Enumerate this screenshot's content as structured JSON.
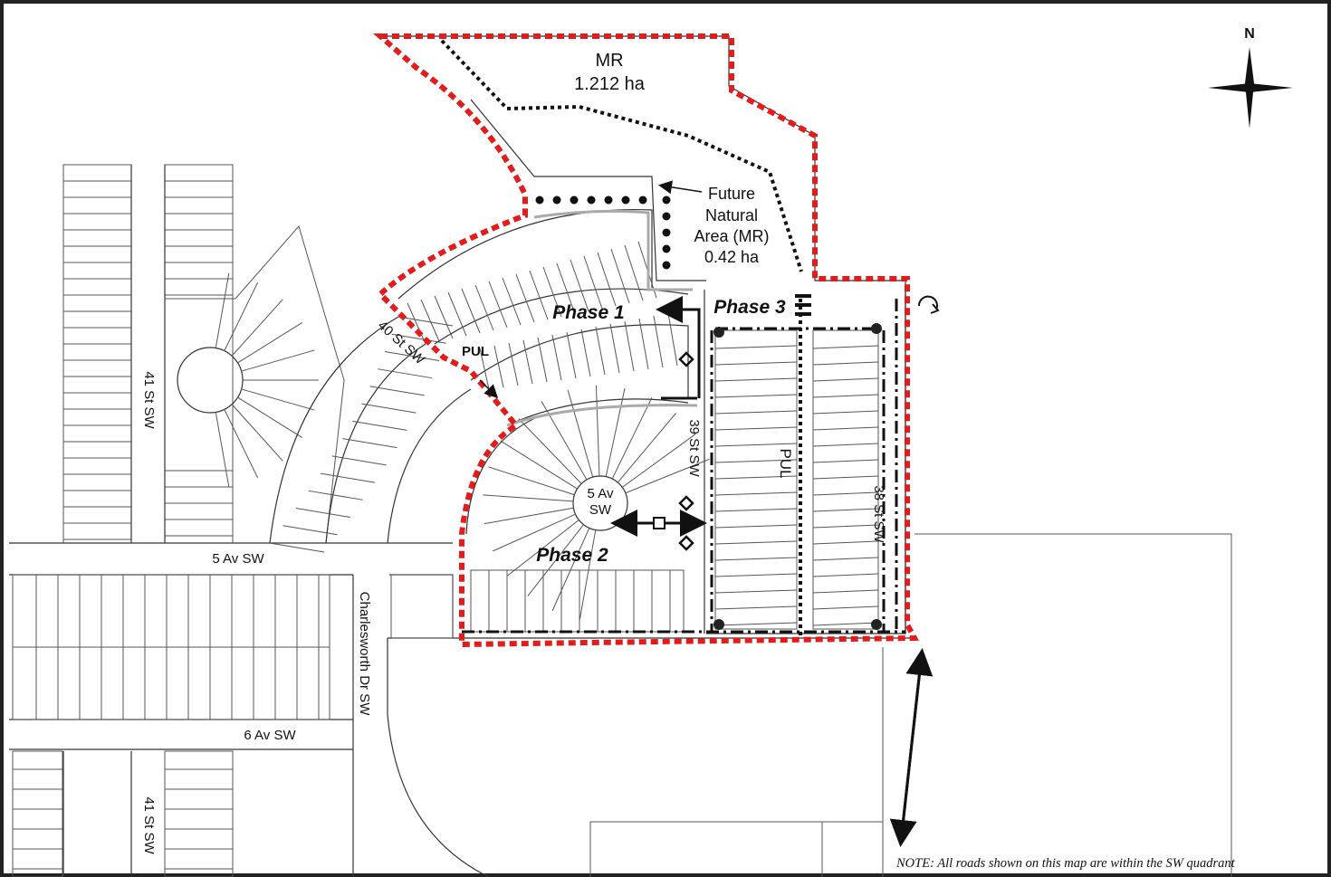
{
  "map": {
    "north": "N",
    "labels": {
      "mr": "MR",
      "mr_area": "1.212 ha",
      "future_1": "Future",
      "future_2": "Natural",
      "future_3": "Area (MR)",
      "future_4": "0.42 ha",
      "phase1": "Phase 1",
      "phase2": "Phase 2",
      "phase3": "Phase 3",
      "pul_left": "PUL",
      "pul_center": "PUL",
      "st40": "40 St SW",
      "st41_top": "41 St SW",
      "st41_bottom": "41 St SW",
      "st39": "39 St SW",
      "st38": "38 St SW",
      "av5": "5 Av SW",
      "av5_cul_1": "5 Av",
      "av5_cul_2": "SW",
      "av6": "6 Av SW",
      "charlesworth": "Charlesworth Dr SW",
      "note": "NOTE: All roads shown on this map are within the SW quadrant"
    },
    "colors": {
      "boundary": "#e31b1b",
      "lines": "#333333"
    }
  }
}
